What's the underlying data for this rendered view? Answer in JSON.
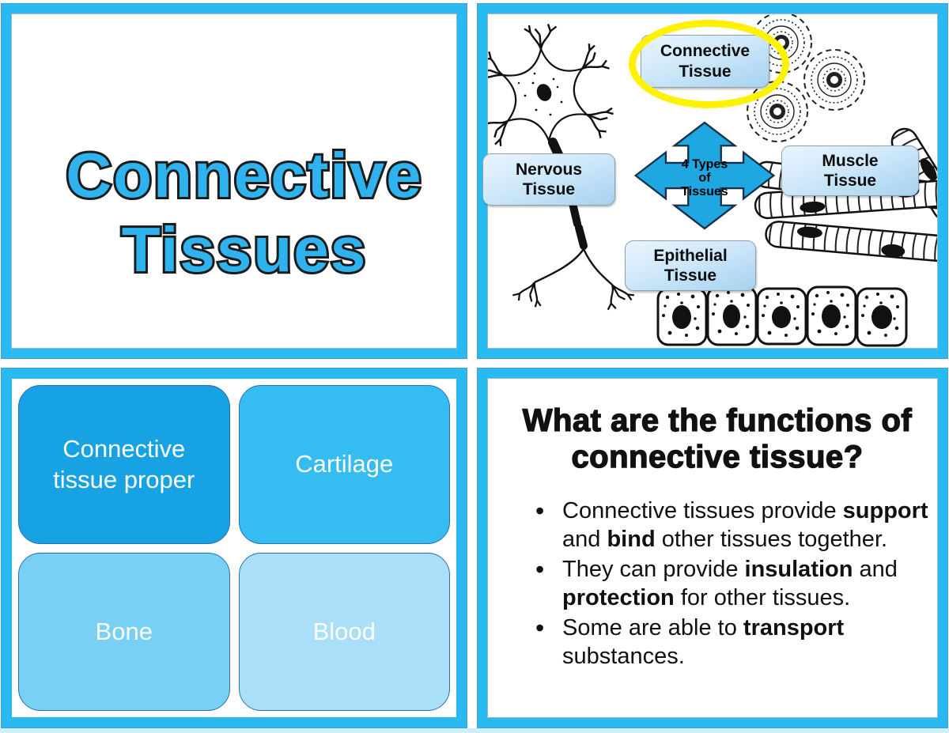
{
  "colors": {
    "frame_blue": "#2ABAF2",
    "cross_blue": "#1FA7E2",
    "cross_outline": "#16324A",
    "highlight_yellow": "#FFF200",
    "label_box_gradient_top": "#EAF5FD",
    "label_box_gradient_bottom": "#A6D2EF",
    "bubble_title_blue": "#2FB3EF",
    "category_text": "#FFFFFF"
  },
  "slide_title": {
    "line1": "Connective",
    "line2": "Tissues"
  },
  "slide_types": {
    "center_label": {
      "line1": "4 Types",
      "line2": "of",
      "line3": "Tissues"
    },
    "boxes": {
      "connective": {
        "line1": "Connective",
        "line2": "Tissue"
      },
      "nervous": {
        "line1": "Nervous",
        "line2": "Tissue"
      },
      "muscle": {
        "line1": "Muscle",
        "line2": "Tissue"
      },
      "epithelial": {
        "line1": "Epithelial",
        "line2": "Tissue"
      }
    },
    "icons": [
      "neuron-illustration",
      "fat-cells-illustration",
      "muscle-fibers-illustration",
      "epithelial-cells-illustration"
    ]
  },
  "slide_categories": {
    "items": [
      {
        "label": "Connective tissue proper",
        "color": "#17A2E4"
      },
      {
        "label": "Cartilage",
        "color": "#35BCF1"
      },
      {
        "label": "Bone",
        "color": "#78D0F5"
      },
      {
        "label": "Blood",
        "color": "#A9DFF9"
      }
    ]
  },
  "slide_functions": {
    "title_line1": "What are the functions of",
    "title_line2": "connective tissue?",
    "bullets": [
      {
        "segs": [
          {
            "text": "Connective tissues provide "
          },
          {
            "text": "support",
            "bold": true
          },
          {
            "text": " and "
          },
          {
            "text": "bind",
            "bold": true
          },
          {
            "text": " other tissues together."
          }
        ]
      },
      {
        "segs": [
          {
            "text": "They can provide "
          },
          {
            "text": "insulation",
            "bold": true
          },
          {
            "text": " and "
          },
          {
            "text": "protection",
            "bold": true
          },
          {
            "text": " for other tissues."
          }
        ]
      },
      {
        "segs": [
          {
            "text": "Some are able to "
          },
          {
            "text": "transport",
            "bold": true
          },
          {
            "text": " substances."
          }
        ]
      }
    ]
  }
}
